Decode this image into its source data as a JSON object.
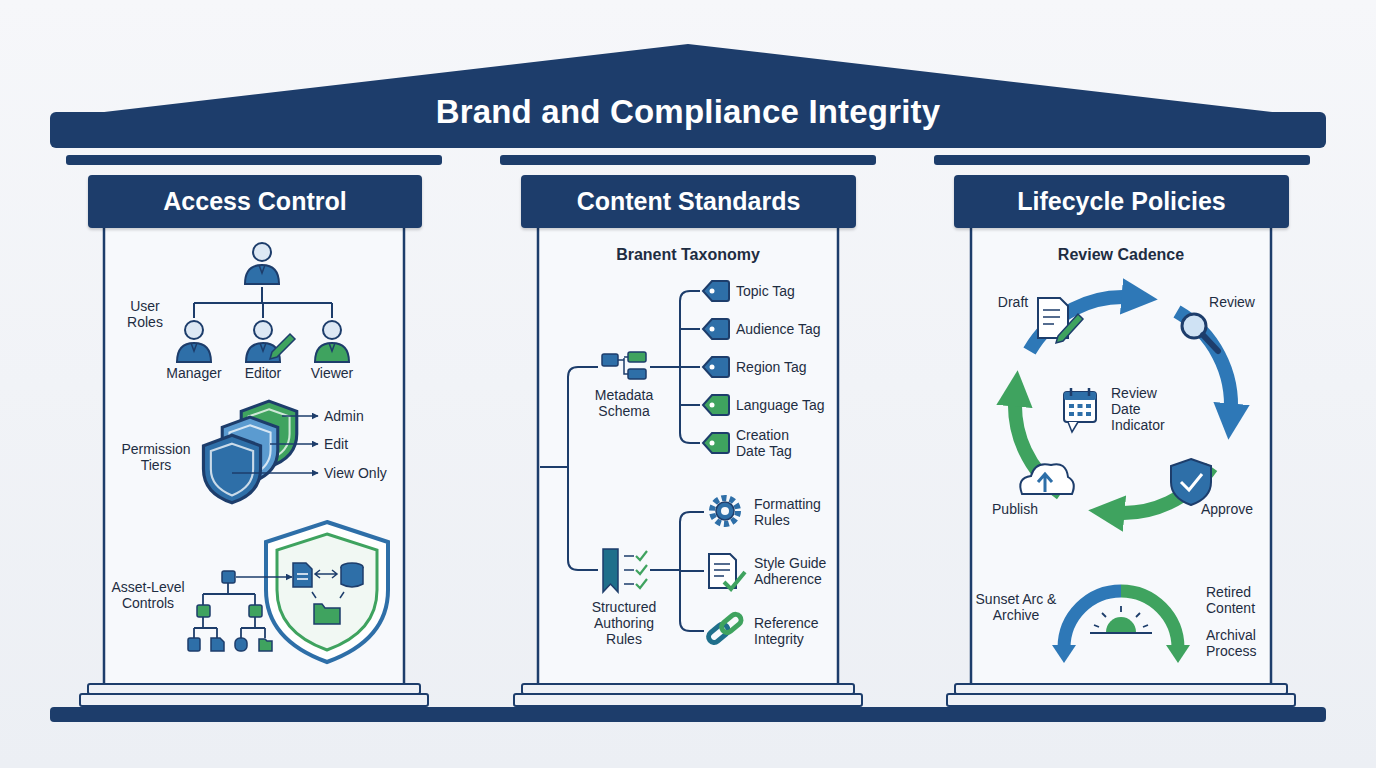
{
  "diagram": {
    "title": "Brand and Compliance Integrity",
    "nodes": [
      {
        "text": [
          "Access Control"
        ]
      },
      {
        "text": [
          "Content Standards"
        ]
      },
      {
        "text": [
          "Lifecycle Policies"
        ]
      }
    ],
    "labels": [
      "User Roles",
      "Manager",
      "Editor",
      "Viewer",
      "Permission Tiers",
      "Admin",
      "Edit",
      "View Only",
      "Asset-Level Controls",
      "Branent Taxonomy",
      "Metadata Schema",
      "Topic Tag",
      "Audience Tag",
      "Region Tag",
      "Language Tag",
      "Creation Date Tag",
      "Formatting Rules",
      "Style Guide Adherence",
      "Reference Integrity",
      "Structured Authoring Rules",
      "Review Cadence",
      "Draft",
      "Review",
      "Review Date Indicator",
      "Publish",
      "Approve",
      "Sunset Arc & Archive",
      "Retired Content",
      "Archival Process"
    ]
  }
}
